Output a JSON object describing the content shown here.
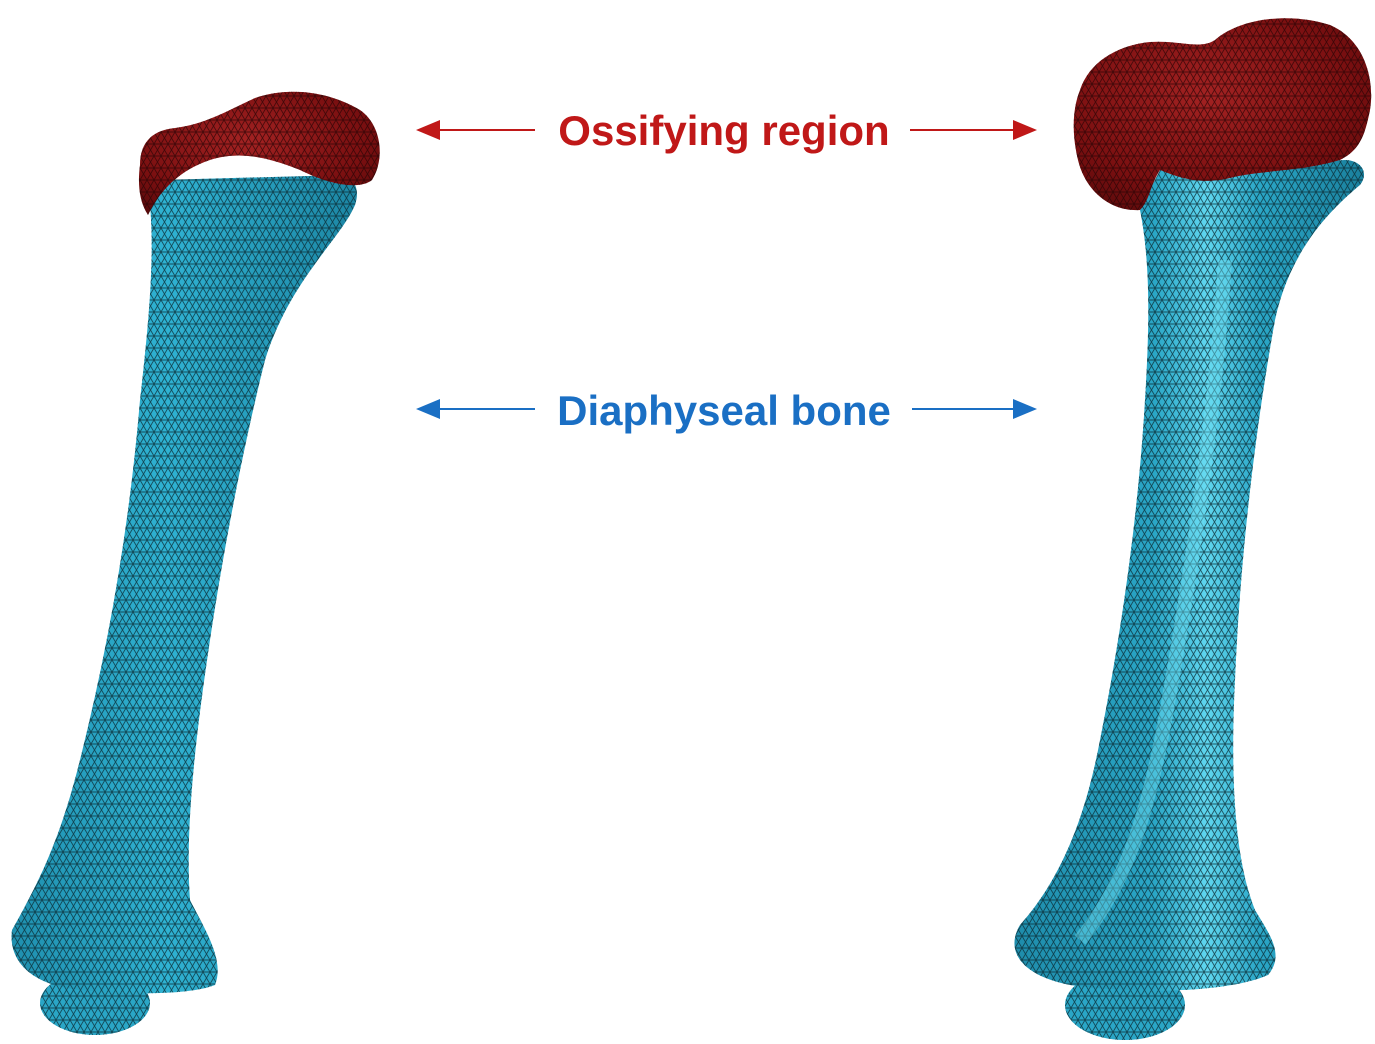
{
  "labels": {
    "ossifying": {
      "text": "Ossifying region",
      "color": "#c01818"
    },
    "diaphyseal": {
      "text": "Diaphyseal bone",
      "color": "#1a6fc4"
    }
  },
  "colors": {
    "diaphyseal_fill": "#2aa6c6",
    "diaphyseal_highlight": "#5fd6ef",
    "ossifying_fill": "#7a0f10",
    "ossifying_highlight": "#a32222",
    "mesh_line": "#0b2a33"
  },
  "figures": [
    {
      "name": "left-bone-model"
    },
    {
      "name": "right-bone-model"
    }
  ]
}
